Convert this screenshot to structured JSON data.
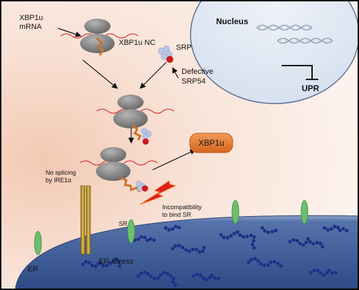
{
  "labels": {
    "xbp1u_mrna_line1": "XBP1u",
    "xbp1u_mrna_line2": "mRNA",
    "xbp1u_nc": "XBP1u NC",
    "srp": "SRP",
    "defective_line1": "Defective",
    "defective_line2": "SRP54",
    "nucleus": "Nucleus",
    "upr": "UPR",
    "xbp1u_product": "XBP1u",
    "no_splicing_line1": "No splicing",
    "no_splicing_line2": "by IRE1α",
    "incompat_line1": "Incompatibility",
    "incompat_line2": "to bind SR",
    "sr": "SR",
    "er": "ER",
    "er_stress": "ER-Stress"
  },
  "colors": {
    "frame": "#000000",
    "background_glow": "#f6d6c4",
    "nucleus_fill": "#dfe7f3",
    "nucleus_edge": "#5a6f94",
    "er_fill": "#3c5b96",
    "ribosome": "#7a7a7a",
    "mrna": "#d93a3a",
    "nascent_chain": "#c8742a",
    "srp": "#b9c7e6",
    "srp54_defect": "#cc1a1a",
    "product_pill": "#e0782e",
    "ire1": "#c9a227",
    "sr_receptor": "#6cbf6c",
    "lightning": "#e02020",
    "misfolded_protein": "#1d2f86"
  },
  "icons": [
    "ribosome-icon",
    "srp-icon",
    "lightning-icon",
    "dna-icon",
    "ire1-icon",
    "sr-receptor-icon",
    "misfolded-protein-icon",
    "inhibition-icon"
  ]
}
